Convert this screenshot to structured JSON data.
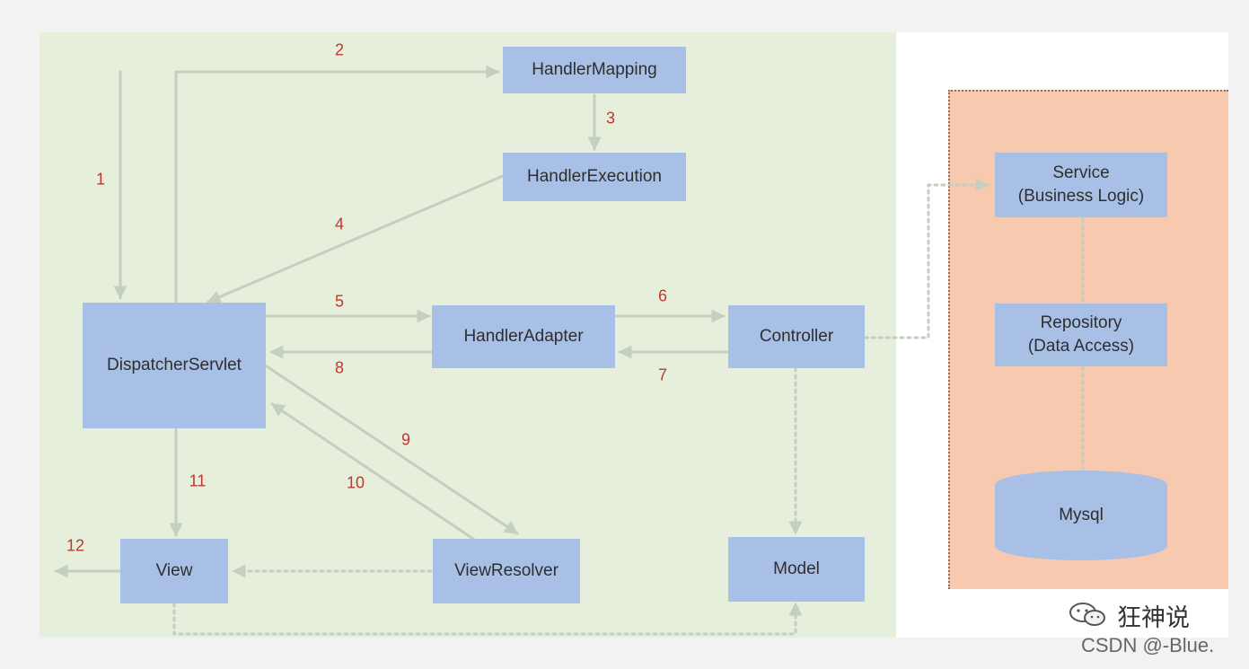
{
  "nodes": {
    "handler_mapping": "HandlerMapping",
    "handler_execution": "HandlerExecution",
    "dispatcher_servlet": "DispatcherServlet",
    "handler_adapter": "HandlerAdapter",
    "controller": "Controller",
    "view": "View",
    "view_resolver": "ViewResolver",
    "model": "Model",
    "service": "Service\n(Business Logic)",
    "repository": "Repository\n(Data Access)",
    "mysql": "Mysql"
  },
  "steps": [
    "1",
    "2",
    "3",
    "4",
    "5",
    "6",
    "7",
    "8",
    "9",
    "10",
    "11",
    "12"
  ],
  "watermark": {
    "logo_text": "狂神说",
    "source": "CSDN @-Blue."
  },
  "colors": {
    "green_bg": "#e5efdc",
    "orange_bg": "#f7c9ae",
    "node_fill": "#a9c0e6",
    "step_label": "#c0392b",
    "arrow": "#c4cfbe"
  }
}
